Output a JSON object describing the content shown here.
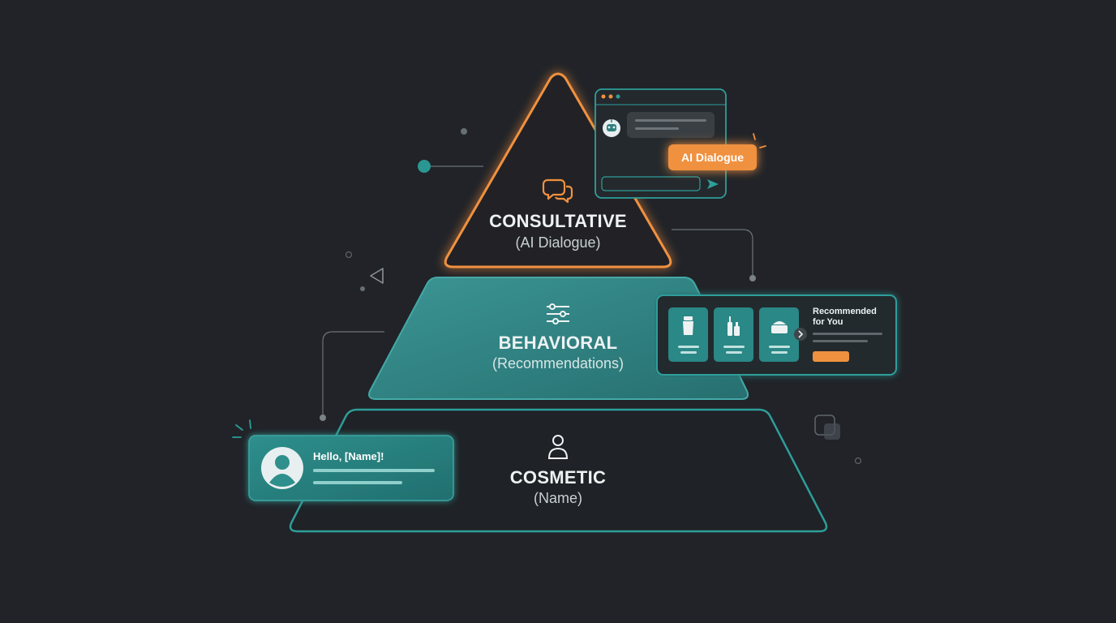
{
  "colors": {
    "background": "#212328",
    "accent_orange": "#f0913f",
    "accent_teal": "#2e9e9a",
    "teal_fill": "#2f7f7f",
    "text_light": "#eef2f3",
    "text_muted": "#c7d0d3"
  },
  "pyramid": {
    "top": {
      "title": "CONSULTATIVE",
      "subtitle": "(AI Dialogue)",
      "icon": "chat-bubbles-icon"
    },
    "middle": {
      "title": "BEHAVIORAL",
      "subtitle": "(Recommendations)",
      "icon": "sliders-icon"
    },
    "bottom": {
      "title": "COSMETIC",
      "subtitle": "(Name)",
      "icon": "user-icon"
    }
  },
  "chat_card": {
    "badge": "AI Dialogue",
    "avatar_icon": "robot-icon",
    "send_icon": "send-icon"
  },
  "recommend_card": {
    "heading": "Recommended for You",
    "product_icons": [
      "tube-icon",
      "bottles-icon",
      "cream-jar-icon"
    ]
  },
  "greeting_card": {
    "text": "Hello, [Name]!",
    "avatar_icon": "profile-avatar-icon"
  }
}
